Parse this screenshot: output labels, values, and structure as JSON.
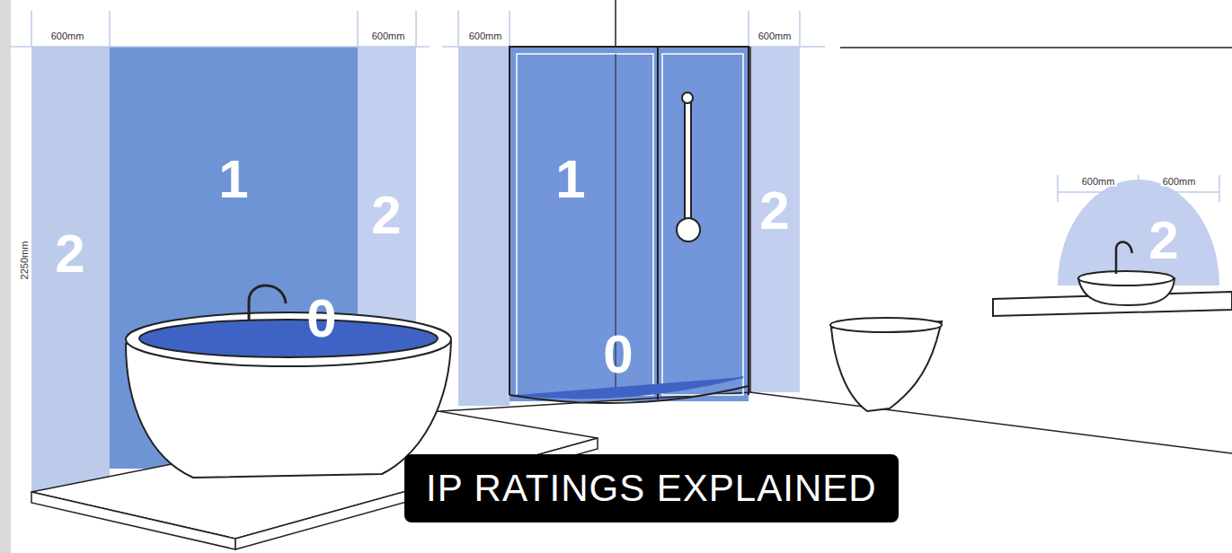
{
  "diagram": {
    "title": "IP RATINGS EXPLAINED",
    "nodes": [
      {
        "text": [
          "2"
        ]
      },
      {
        "text": [
          "1"
        ]
      },
      {
        "text": [
          "0"
        ],
        "in": 1
      },
      {
        "text": [
          "2"
        ]
      },
      {
        "text": [
          "1"
        ]
      },
      {
        "text": [
          "0"
        ],
        "in": 4
      },
      {
        "text": [
          "2"
        ]
      },
      {
        "text": [
          "2"
        ]
      }
    ],
    "labels": [
      "600mm",
      "600mm",
      "600mm",
      "600mm",
      "600mm",
      "600mm",
      "2250mm"
    ]
  }
}
